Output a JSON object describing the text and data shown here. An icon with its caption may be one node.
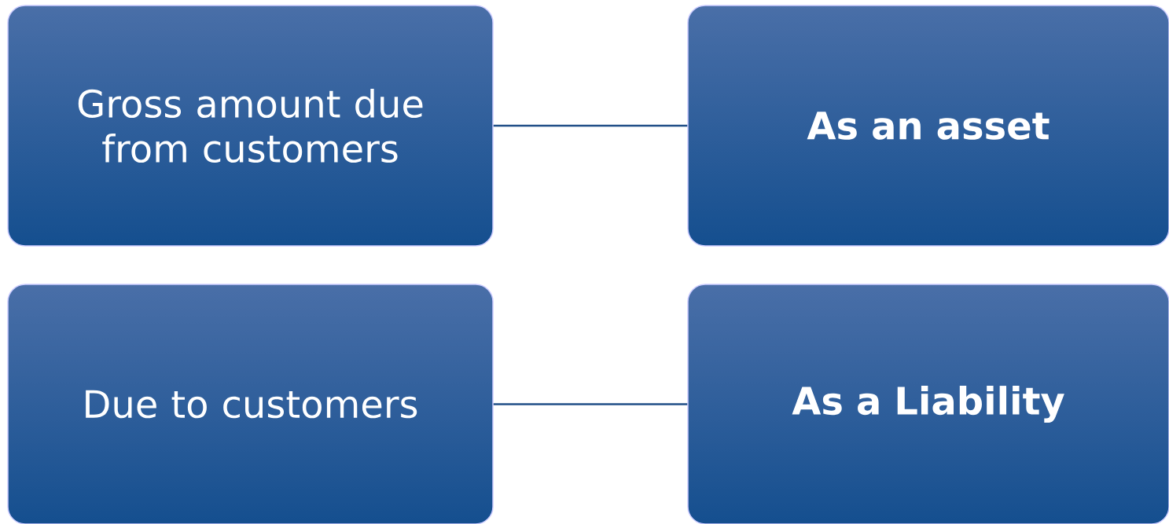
{
  "diagram": {
    "nodes": [
      {
        "text": [
          "Gross amount due from customers"
        ]
      },
      {
        "text": [
          "As an asset"
        ]
      },
      {
        "text": [
          "Due to customers"
        ]
      },
      {
        "text": [
          "As a Liability"
        ]
      }
    ],
    "edges": [
      {
        "from": 0,
        "to": 1,
        "arrow": "none"
      },
      {
        "from": 2,
        "to": 3,
        "arrow": "none"
      }
    ]
  }
}
